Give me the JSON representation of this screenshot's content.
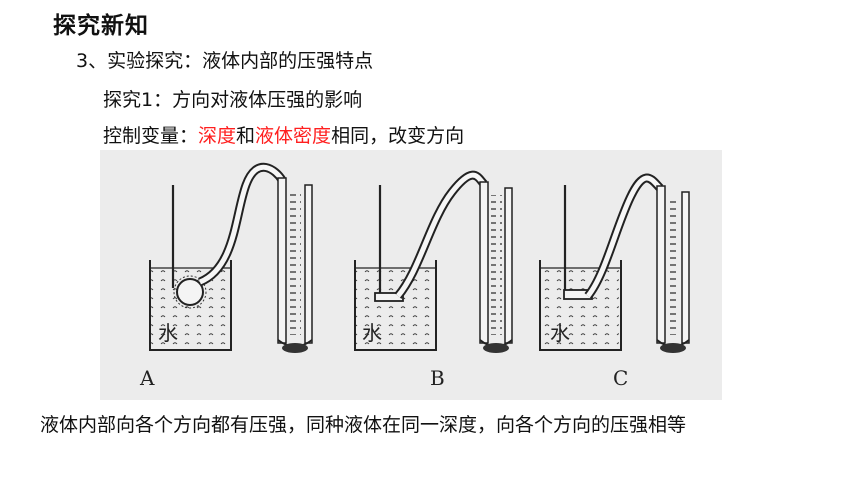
{
  "page": {
    "title": "探究新知",
    "subtitle": "3、实验探究：液体内部的压强特点",
    "sub_heading": "探究1：方向对液体压强的影响",
    "control": {
      "prefix": "控制变量：",
      "var1": "深度",
      "and": "和",
      "var2": "液体密度",
      "suffix": "相同，改变方向"
    },
    "figure": {
      "beakers": [
        {
          "water_label": "水",
          "caption": "A"
        },
        {
          "water_label": "水",
          "caption": "B"
        },
        {
          "water_label": "水",
          "caption": "C"
        }
      ]
    },
    "conclusion": "液体内部向各个方向都有压强，同种液体在同一深度，向各个方向的压强相等"
  },
  "colors": {
    "highlight": "#ff1f1f",
    "text": "#111111",
    "figure_bg": "#ececec"
  }
}
